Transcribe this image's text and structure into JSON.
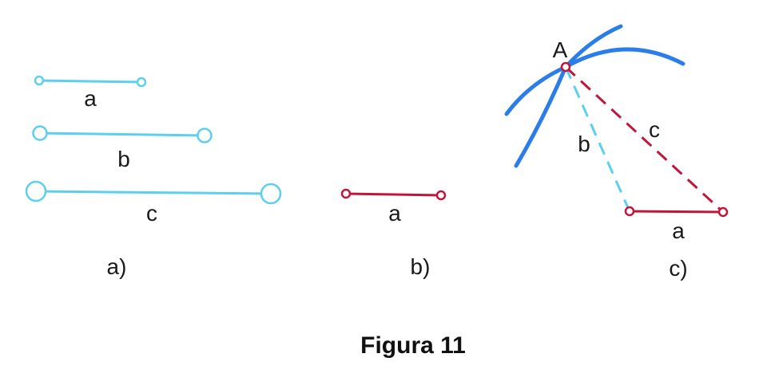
{
  "panel_a": {
    "segments": [
      {
        "label": "a"
      },
      {
        "label": "b"
      },
      {
        "label": "c"
      }
    ],
    "panel_label": "a)"
  },
  "panel_b": {
    "segment_label": "a",
    "panel_label": "b)"
  },
  "panel_c": {
    "point_label": "A",
    "label_b": "b",
    "label_c": "c",
    "label_a": "a",
    "panel_label": "c)"
  },
  "caption": "Figura 11",
  "colors": {
    "light_blue": "#5ccfee",
    "arc_blue": "#2b7de9",
    "crimson": "#c0163a",
    "text": "#1a1a1a"
  }
}
